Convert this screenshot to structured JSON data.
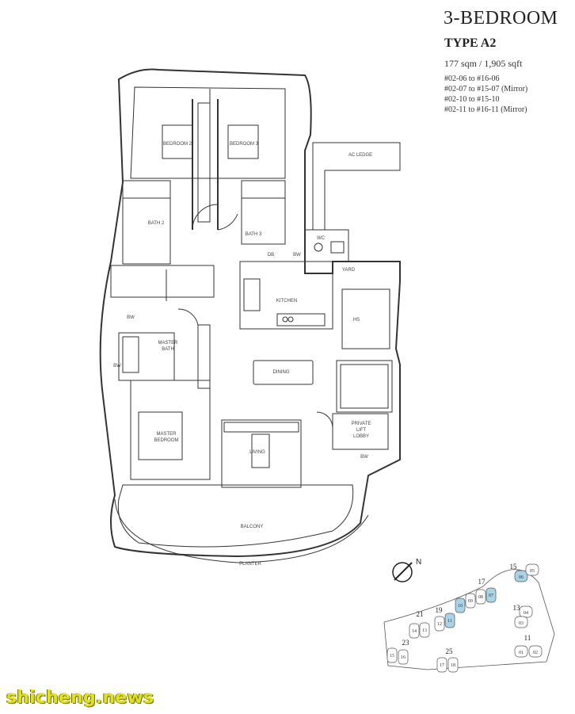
{
  "header": {
    "title": "3-BEDROOM",
    "type": "TYPE A2",
    "area": "177 sqm / 1,905 sqft",
    "units": [
      "#02-06 to #16-06",
      "#02-07 to #15-07 (Mirror)",
      "#02-10 to #15-10",
      "#02-11 to #16-11 (Mirror)"
    ]
  },
  "rooms": {
    "bedroom2": "BEDROOM 2",
    "bedroom3": "BEDROOM 3",
    "bath2": "BATH 2",
    "bath3": "BATH 3",
    "master_bath_1": "MASTER",
    "master_bath_2": "BATH",
    "master_bed_1": "MASTER",
    "master_bed_2": "BEDROOM",
    "kitchen": "KITCHEN",
    "dining": "DINING",
    "living": "LIVING",
    "balcony": "BALCONY",
    "planter": "PLANTER",
    "ac_ledge": "AC LEDGE",
    "yard": "YARD",
    "wc": "WC",
    "hs": "HS",
    "lobby_1": "PRIVATE",
    "lobby_2": "LIFT",
    "lobby_3": "LOBBY",
    "bw": "BW",
    "db": "DB"
  },
  "site_plan": {
    "north": "N",
    "blocks": [
      "15",
      "17",
      "19",
      "21",
      "13",
      "23",
      "25",
      "11"
    ],
    "units": [
      "05",
      "06",
      "07",
      "08",
      "09",
      "10",
      "11",
      "12",
      "14",
      "13",
      "03",
      "04",
      "15",
      "16",
      "17",
      "18",
      "01",
      "02"
    ]
  },
  "watermark": "shicheng.news",
  "colors": {
    "highlight": "#a9d3e6",
    "line": "#333333",
    "watermark": "#e2e21c"
  }
}
